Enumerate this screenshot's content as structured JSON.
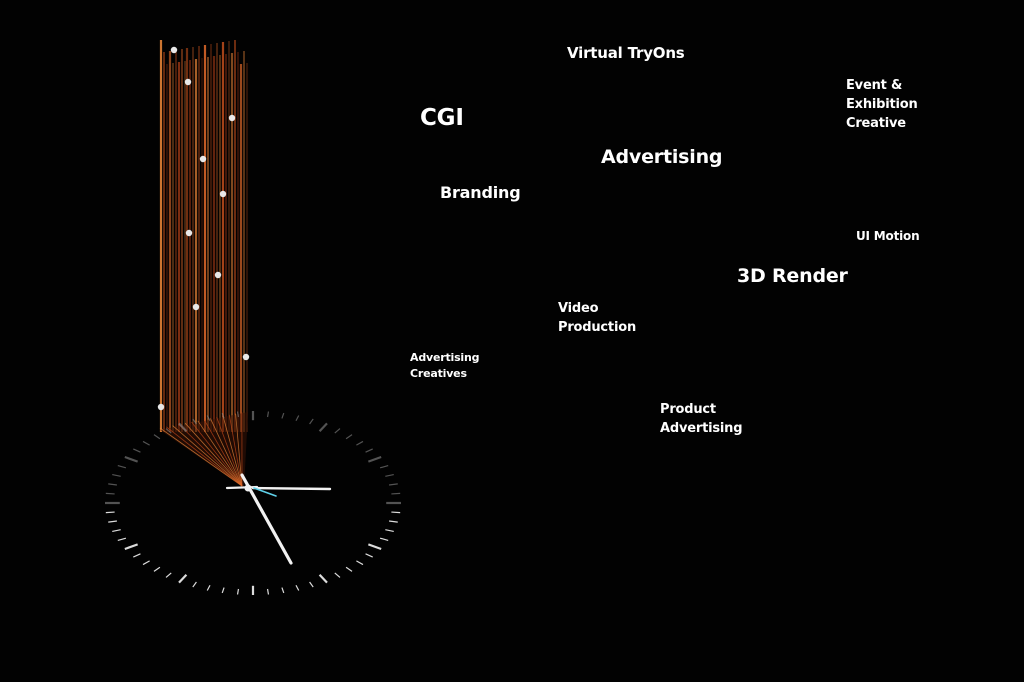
{
  "services": [
    {
      "key": "virtual_tryons",
      "label": "Virtual TryOns"
    },
    {
      "key": "event_exhibition",
      "label": "Event &\nExhibition\nCreative"
    },
    {
      "key": "cgi",
      "label": "CGI"
    },
    {
      "key": "advertising",
      "label": "Advertising"
    },
    {
      "key": "branding",
      "label": "Branding"
    },
    {
      "key": "ui_motion",
      "label": "UI Motion"
    },
    {
      "key": "render_3d",
      "label": "3D Render"
    },
    {
      "key": "video_production",
      "label": "Video\nProduction"
    },
    {
      "key": "advertising_creatives",
      "label": "Advertising\nCreatives"
    },
    {
      "key": "product_advertising",
      "label": "Product\nAdvertising"
    }
  ],
  "icons": {
    "clock": "clock-icon",
    "light_streaks": "light-streaks"
  },
  "colors": {
    "background": "#020202",
    "streak_orange": "#d4561f",
    "streak_amber": "#f08a3a",
    "text": "#ffffff",
    "clock_hand": "#f2f2f2",
    "clock_accent": "#5fd0e8"
  }
}
